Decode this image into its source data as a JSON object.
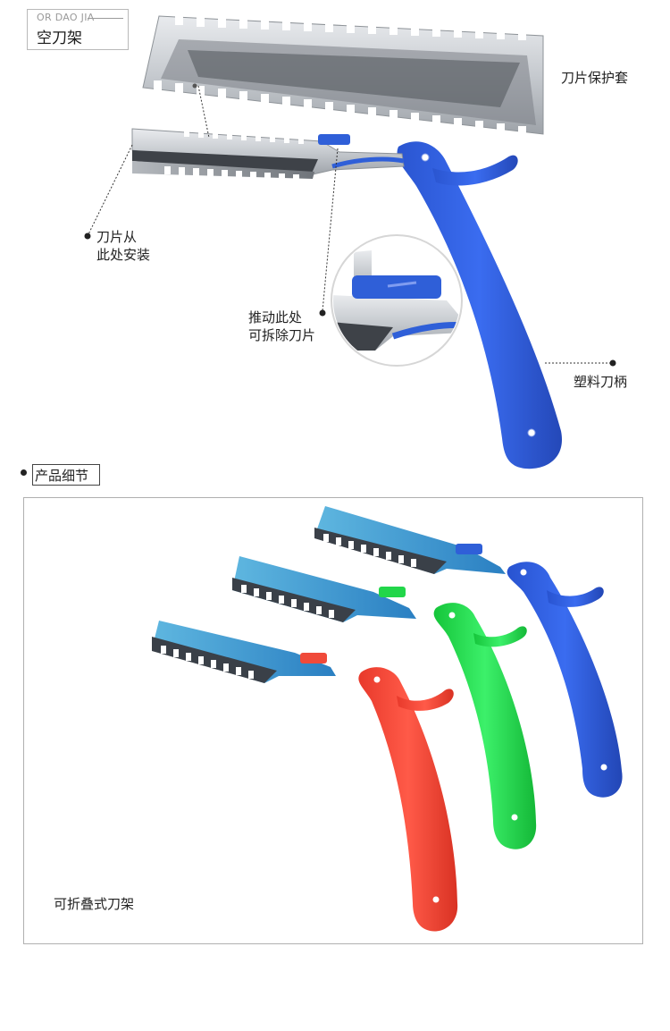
{
  "header": {
    "subtitle": "OR DAO JIA",
    "title": "空刀架"
  },
  "callouts": {
    "blade_cover": "刀片保护套",
    "install_line1": "刀片从",
    "install_line2": "此处安装",
    "push_line1": "推动此处",
    "push_line2": "可拆除刀片",
    "handle": "塑料刀柄"
  },
  "section": {
    "title": "产品细节",
    "caption": "可折叠式刀架"
  },
  "colors": {
    "blue": "#2f5fd8",
    "green": "#22d64a",
    "red": "#f04a3a",
    "steel": "#c9ccd0"
  }
}
